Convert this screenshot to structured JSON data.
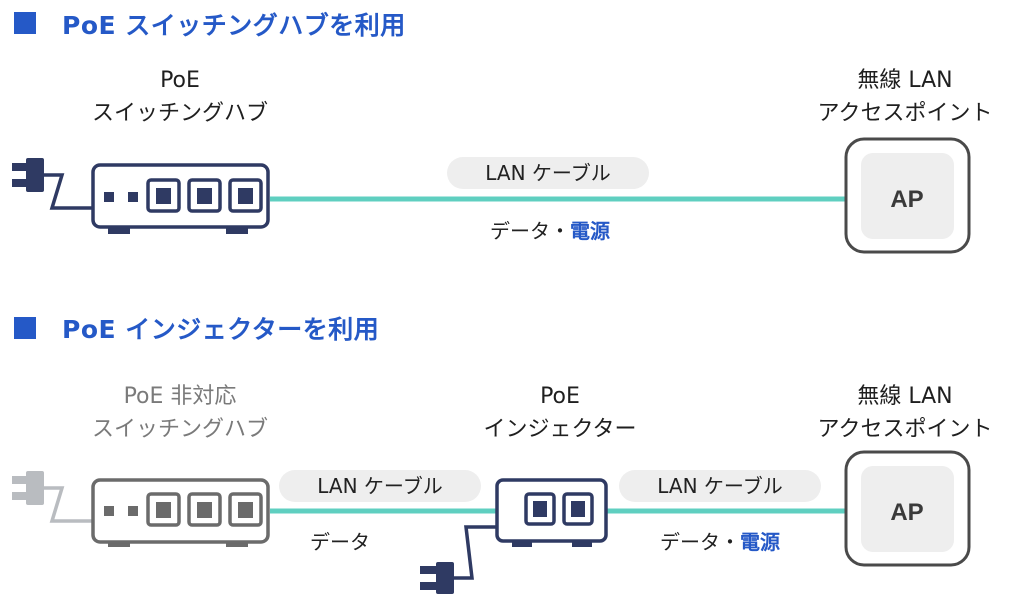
{
  "colors": {
    "accent": "#2559c7",
    "cable": "#5fcfc0",
    "device": "#2f3a63",
    "device_grey": "#6b6b6b",
    "plug_grey": "#b9bcc0"
  },
  "section1": {
    "heading": "PoE スイッチングハブを利用",
    "switch": {
      "line1": "PoE",
      "line2": "スイッチングハブ"
    },
    "ap": {
      "line1": "無線 LAN",
      "line2": "アクセスポイント",
      "badge": "AP"
    },
    "cable": {
      "label": "LAN ケーブル",
      "note_prefix": "データ・",
      "note_highlight": "電源"
    }
  },
  "section2": {
    "heading": "PoE インジェクターを利用",
    "switch": {
      "line1": "PoE 非対応",
      "line2": "スイッチングハブ"
    },
    "injector": {
      "line1": "PoE",
      "line2": "インジェクター"
    },
    "ap": {
      "line1": "無線 LAN",
      "line2": "アクセスポイント",
      "badge": "AP"
    },
    "cable_left": {
      "label": "LAN ケーブル",
      "note": "データ"
    },
    "cable_right": {
      "label": "LAN ケーブル",
      "note_prefix": "データ・",
      "note_highlight": "電源"
    }
  }
}
